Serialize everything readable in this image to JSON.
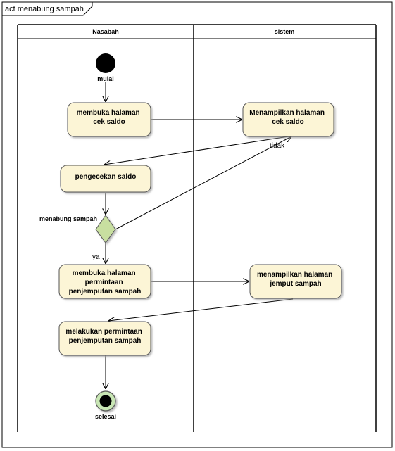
{
  "frame": {
    "title": "act menabung sampah"
  },
  "lanes": [
    {
      "id": "nasabah",
      "title": "Nasabah"
    },
    {
      "id": "sistem",
      "title": "sistem"
    }
  ],
  "nodes": {
    "start": {
      "label": "mulai"
    },
    "end": {
      "label": "selesai"
    },
    "decision": {
      "label": "menabung sampah"
    },
    "a1": {
      "lines": [
        "membuka halaman",
        "cek saldo"
      ]
    },
    "a2": {
      "lines": [
        "Menampilkan halaman",
        "cek saldo"
      ]
    },
    "a3": {
      "lines": [
        "pengecekan saldo"
      ]
    },
    "a4": {
      "lines": [
        "membuka halaman",
        "permintaan",
        "penjemputan sampah"
      ]
    },
    "a5": {
      "lines": [
        "menampilkan halaman",
        "jemput sampah"
      ]
    },
    "a6": {
      "lines": [
        "melakukan permintaan",
        "penjemputan sampah"
      ]
    }
  },
  "guards": {
    "no": "tidak",
    "yes": "ya"
  },
  "colors": {
    "action_fill": "#fcf5d6",
    "action_stroke": "#555555",
    "decision_fill": "#c8dfa0",
    "final_ring": "#c8e6b4"
  }
}
